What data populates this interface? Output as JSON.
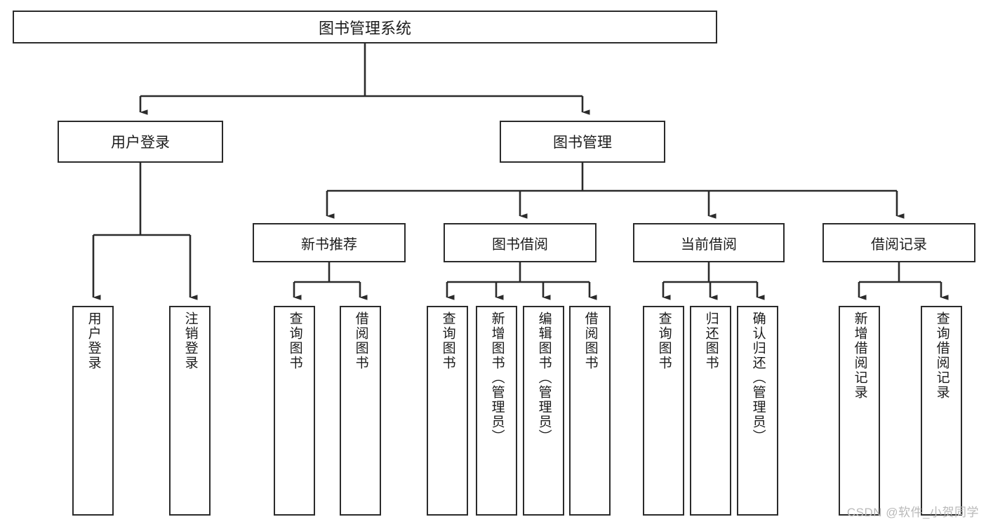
{
  "diagram": {
    "title": "图书管理系统",
    "type": "function-tree",
    "watermark": "CSDN @软件_小贺同学",
    "colors": {
      "stroke": "#2b2b2b",
      "fill": "#ffffff",
      "text": "#1c1c1c",
      "watermark": "#b9b9b9"
    },
    "root": {
      "label": "图书管理系统"
    },
    "level1": [
      {
        "label": "用户登录"
      },
      {
        "label": "图书管理"
      }
    ],
    "level2": [
      {
        "label": "新书推荐"
      },
      {
        "label": "图书借阅"
      },
      {
        "label": "当前借阅"
      },
      {
        "label": "借阅记录"
      }
    ],
    "leaves": {
      "user_login": [
        {
          "label": "用户登录"
        },
        {
          "label": "注销登录"
        }
      ],
      "new_book_recommend": [
        {
          "label": "查询图书"
        },
        {
          "label": "借阅图书"
        }
      ],
      "book_borrow": [
        {
          "label": "查询图书"
        },
        {
          "label": "新增图书（管理员）"
        },
        {
          "label": "编辑图书（管理员）"
        },
        {
          "label": "借阅图书"
        }
      ],
      "current_borrow": [
        {
          "label": "查询图书"
        },
        {
          "label": "归还图书"
        },
        {
          "label": "确认归还（管理员）"
        }
      ],
      "borrow_record": [
        {
          "label": "新增借阅记录"
        },
        {
          "label": "查询借阅记录"
        }
      ]
    }
  }
}
